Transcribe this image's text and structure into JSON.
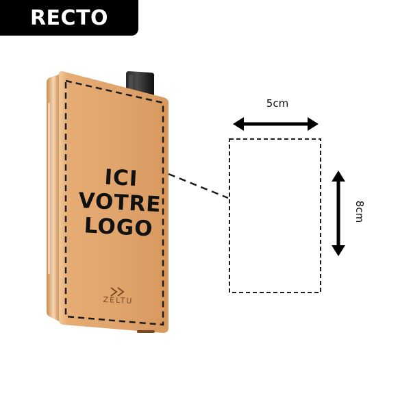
{
  "badge": {
    "label": "RECTO"
  },
  "product": {
    "logo_lines": [
      "ICI",
      "VOTRE",
      "LOGO"
    ],
    "brand": "ZELTU",
    "colors": {
      "body": "#e0a56d",
      "edge": "#c07e48",
      "mouthpiece": "#1a1a1a"
    }
  },
  "dimensions": {
    "width_label": "5cm",
    "height_label": "8cm"
  }
}
